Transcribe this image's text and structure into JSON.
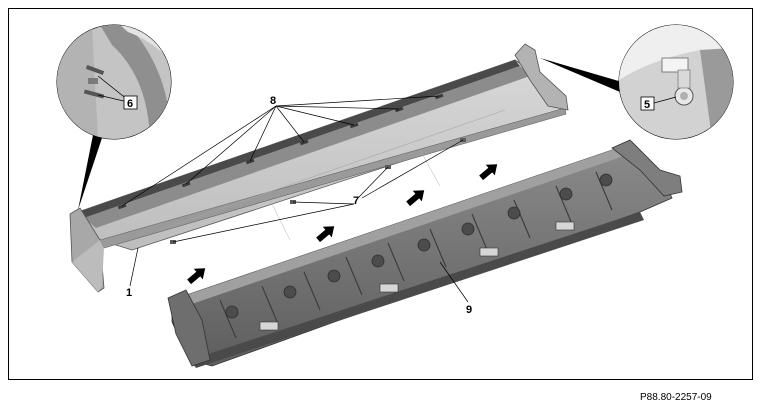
{
  "callouts": {
    "c1": "1",
    "c5": "5",
    "c6": "6",
    "c7": "7",
    "c8": "8",
    "c9": "9"
  },
  "figure_ref": "P88.80-2257-09",
  "colors": {
    "panel_light": "#cfcfcf",
    "panel_mid": "#b4b4b4",
    "panel_dark": "#6e6e6e",
    "arrow": "#000000"
  }
}
